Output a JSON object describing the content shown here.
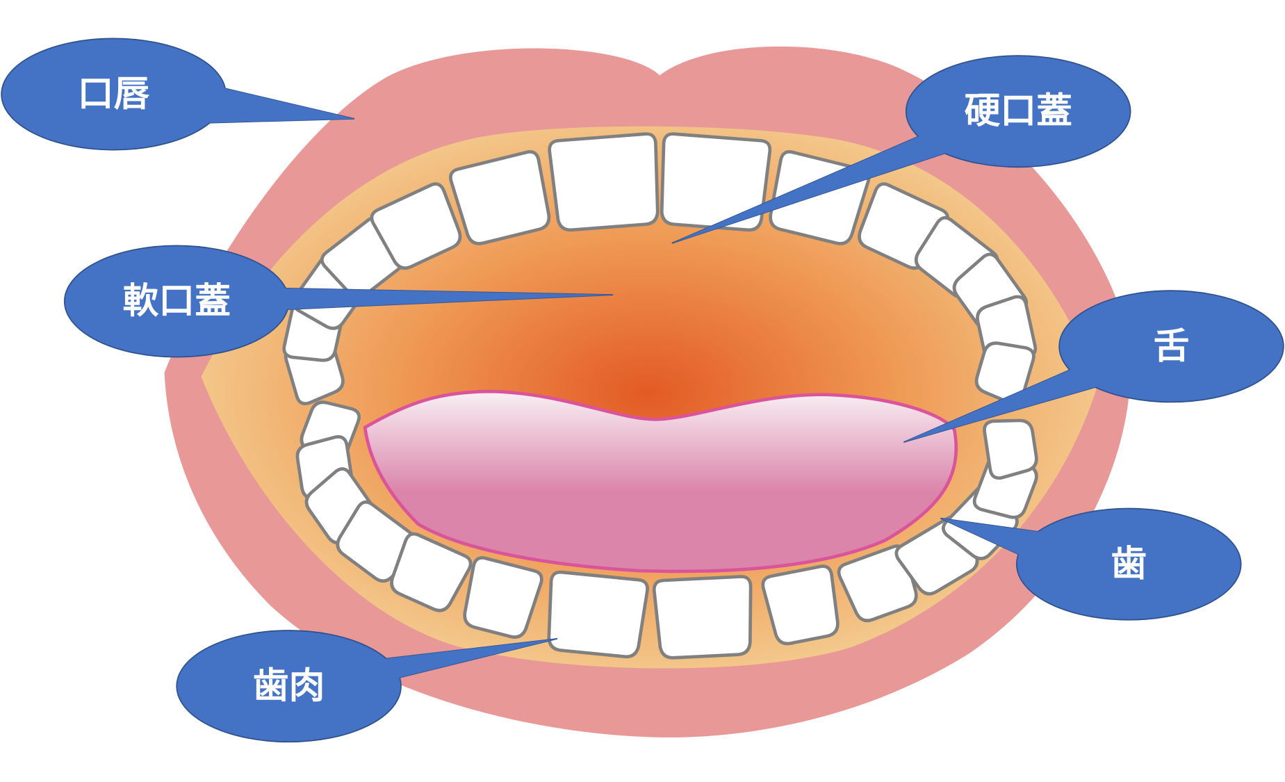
{
  "labels": {
    "lips": "口唇",
    "hard_palate": "硬口蓋",
    "soft_palate": "軟口蓋",
    "tongue": "舌",
    "teeth": "歯",
    "gums": "歯肉"
  },
  "colors": {
    "lips": "#e99898",
    "mouth_center": "#e35a25",
    "mouth_edge": "#f3c98c",
    "tongue": "#db85aa",
    "tongue_outline": "#d9549a",
    "tooth": "#ffffff",
    "tooth_outline": "#808080",
    "callout": "#4472c4",
    "callout_border": "#2f528f"
  }
}
